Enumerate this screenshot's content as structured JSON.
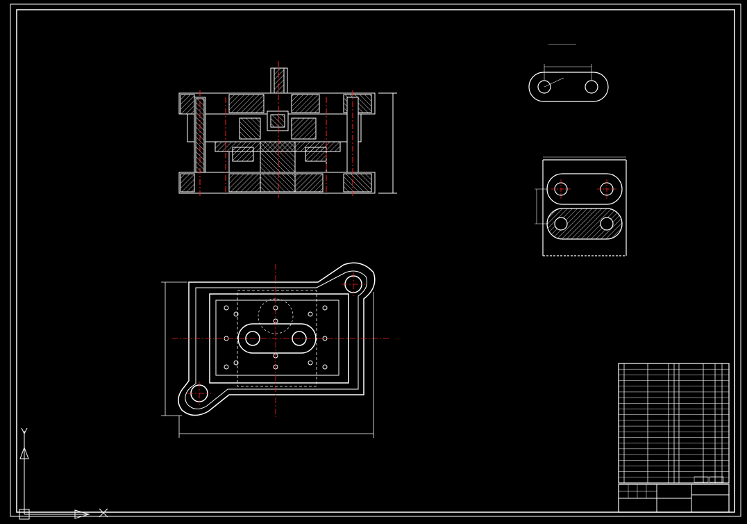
{
  "colors": {
    "background": "#000000",
    "lines": "#ffffff",
    "center_lines": "#ff2020",
    "hatch": "#ffffff"
  },
  "drawing": {
    "views": [
      {
        "name": "front-section-view"
      },
      {
        "name": "top-plan-view"
      },
      {
        "name": "part-sketch-top"
      },
      {
        "name": "strip-layout-view"
      }
    ],
    "dimension_labels": {
      "front_height": "",
      "plan_width": "",
      "plan_height": "",
      "strip_width": "",
      "strip_pitch": ""
    }
  },
  "ucs_icon": {
    "x_label": "X",
    "y_label": "Y"
  }
}
